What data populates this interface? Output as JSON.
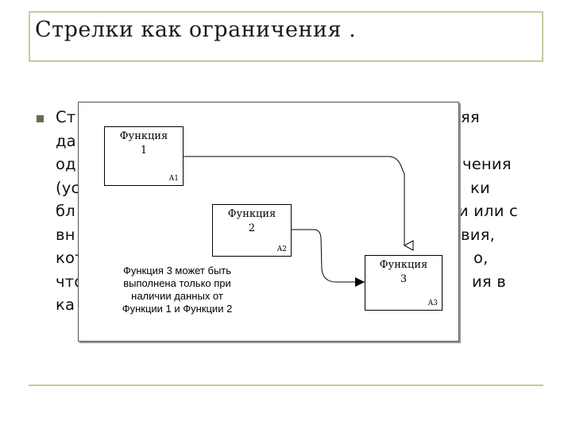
{
  "slide": {
    "title": "Стрелки как ограничения .",
    "body_lines": [
      "Ст",
      "да",
      "од",
      "(ус",
      "бл",
      "вн",
      "кот",
      "что",
      "ка"
    ],
    "body_tails": [
      "яя",
      "",
      "чения",
      "ки",
      "ми или с",
      "вия,",
      "о,",
      "ия в",
      ""
    ]
  },
  "diagram": {
    "boxes": [
      {
        "name": "Функция",
        "number": "1",
        "id": "A1"
      },
      {
        "name": "Функция",
        "number": "2",
        "id": "A2"
      },
      {
        "name": "Функция",
        "number": "3",
        "id": "A3"
      }
    ],
    "note_lines": [
      "Функция 3 может быть",
      "выполнена только при",
      "наличии данных от",
      "Функции 1 и Функции 2"
    ]
  },
  "colors": {
    "rule": "#c8c8a0",
    "bullet": "#6b6b4a"
  }
}
